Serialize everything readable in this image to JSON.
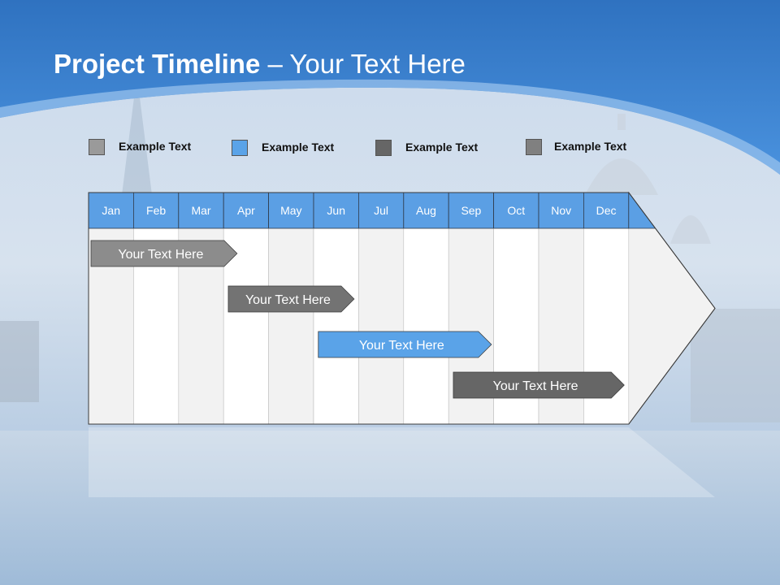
{
  "slide": {
    "title_bold": "Project Timeline",
    "title_rest": " – Your Text Here"
  },
  "legend": [
    {
      "label": "Example Text",
      "color": "#9a9a9a"
    },
    {
      "label": "Example Text",
      "color": "#5aa3e8"
    },
    {
      "label": "Example Text",
      "color": "#666666"
    },
    {
      "label": "Example Text",
      "color": "#808080"
    }
  ],
  "months": [
    "Jan",
    "Feb",
    "Mar",
    "Apr",
    "May",
    "Jun",
    "Jul",
    "Aug",
    "Sep",
    "Oct",
    "Nov",
    "Dec"
  ],
  "tasks": [
    {
      "label": "Your  Text Here",
      "start_month": 1.0,
      "end_month": 4.3,
      "color": "#8c8c8c"
    },
    {
      "label": "Your  Text Here",
      "start_month": 4.05,
      "end_month": 6.9,
      "color": "#737373"
    },
    {
      "label": "Your  Text Here",
      "start_month": 6.05,
      "end_month": 9.95,
      "color": "#5aa3e8"
    },
    {
      "label": "Your  Text Here",
      "start_month": 9.05,
      "end_month": 12.9,
      "color": "#666666"
    }
  ],
  "colors": {
    "header_blue": "#5b9fe4",
    "sky_top": "#3479c4"
  }
}
